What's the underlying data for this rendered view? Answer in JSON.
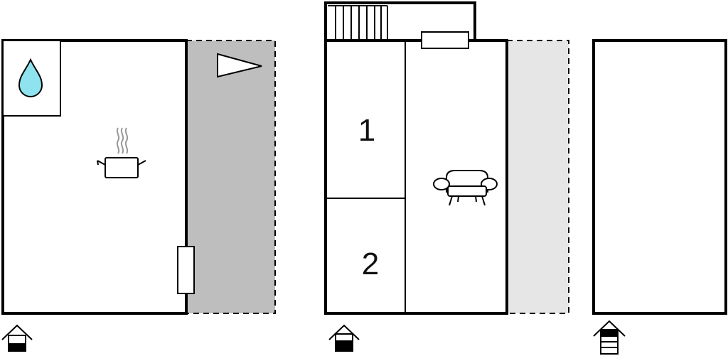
{
  "floors": [
    {
      "id": "ground-floor",
      "rooms": [],
      "floor_indicator": {
        "icon": "house-ground-floor-icon",
        "level": "ground"
      }
    },
    {
      "id": "first-floor",
      "rooms": [
        {
          "number": "1"
        },
        {
          "number": "2"
        }
      ],
      "floor_indicator": {
        "icon": "house-first-floor-icon",
        "level": "first"
      }
    },
    {
      "id": "second-floor",
      "rooms": [],
      "floor_indicator": {
        "icon": "house-second-floor-icon",
        "level": "second"
      }
    }
  ],
  "icons": [
    "water-drop-icon",
    "cooking-pot-icon",
    "armchair-icon",
    "stairs-icon",
    "radiator-icon",
    "flag-icon"
  ],
  "colors": {
    "wall": "#000000",
    "terrace_dark": "#bebebe",
    "terrace_light": "#e6e6e6",
    "water": "#8fe3ef"
  }
}
